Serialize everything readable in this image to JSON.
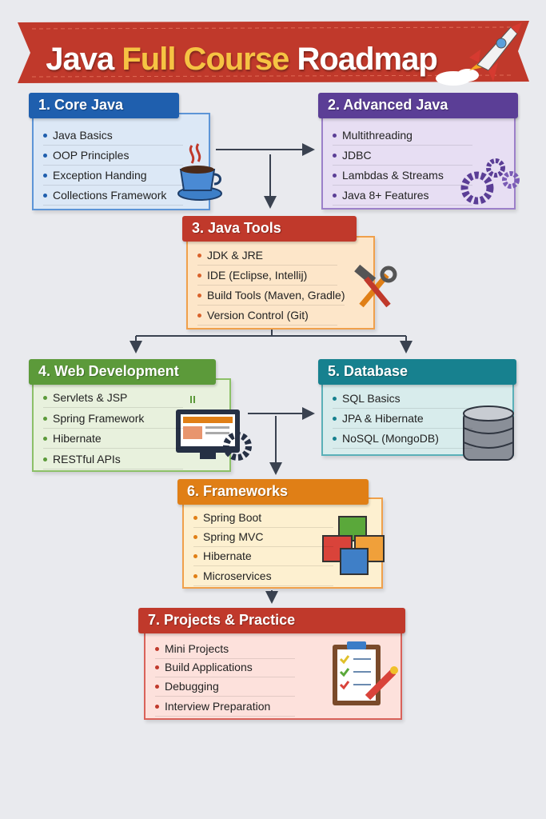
{
  "title": {
    "part1": "Java",
    "part2": "Full Course",
    "part3": "Roadmap"
  },
  "sections": [
    {
      "title": "1. Core Java",
      "color": "#1f5fae",
      "bg": "#dce8f6",
      "border": "#5d95d7",
      "dot": "#1f5fae",
      "icon": "coffee-cup-icon",
      "items": [
        "Java Basics",
        "OOP Principles",
        "Exception Handing",
        "Collections Framework"
      ]
    },
    {
      "title": "2. Advanced Java",
      "color": "#5b3e96",
      "bg": "#e7def3",
      "border": "#9c80c9",
      "dot": "#5b3e96",
      "icon": "gears-icon",
      "items": [
        "Multithreading",
        "JDBC",
        "Lambdas & Streams",
        "Java 8+ Features"
      ]
    },
    {
      "title": "3. Java Tools",
      "color": "#c0392b",
      "bg": "#fde6c9",
      "border": "#f0a04b",
      "dot": "#d9622b",
      "icon": "hammer-wrench-icon",
      "items": [
        "JDK & JRE",
        "IDE (Eclipse, Intellij)",
        "Build Tools (Maven, Gradle)",
        "Version Control (Git)"
      ]
    },
    {
      "title": "4. Web Development",
      "color": "#5c9a3a",
      "bg": "#e8f1dd",
      "border": "#8cc068",
      "dot": "#5c9a3a",
      "icon": "monitor-gear-icon",
      "items": [
        "Servlets & JSP",
        "Spring Framework",
        "Hibernate",
        "RESTful APIs"
      ]
    },
    {
      "title": "5. Database",
      "color": "#17818f",
      "bg": "#d8ecec",
      "border": "#5ab0b8",
      "dot": "#17818f",
      "icon": "database-icon",
      "items": [
        "SQL Basics",
        "JPA & Hibernate",
        "NoSQL (MongoDB)"
      ]
    },
    {
      "title": "6. Frameworks",
      "color": "#e07f16",
      "bg": "#fdf0d0",
      "border": "#f0a04b",
      "dot": "#e07f16",
      "icon": "cubes-icon",
      "items": [
        "Spring Boot",
        "Spring MVC",
        "Hibernate",
        "Microservices"
      ]
    },
    {
      "title": "7. Projects & Practice",
      "color": "#c0392b",
      "bg": "#fde1dc",
      "border": "#d9625a",
      "dot": "#c0392b",
      "icon": "clipboard-checklist-icon",
      "items": [
        "Mini Projects",
        "Build Applications",
        "Debugging",
        "Interview Preparation"
      ]
    }
  ]
}
